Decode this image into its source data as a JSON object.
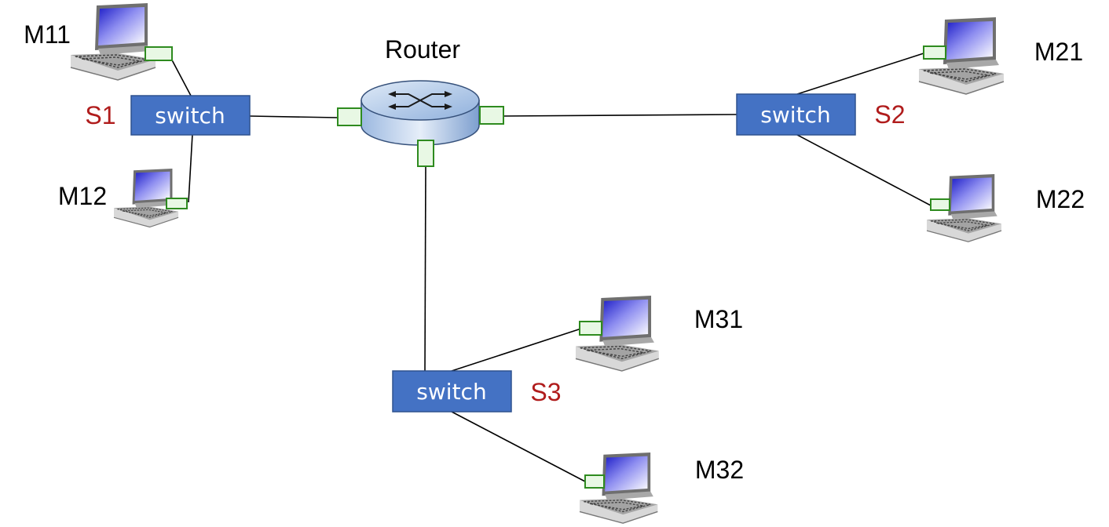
{
  "router": {
    "label": "Router"
  },
  "switches": [
    {
      "label": "switch",
      "id": "S1"
    },
    {
      "label": "switch",
      "id": "S2"
    },
    {
      "label": "switch",
      "id": "S3"
    }
  ],
  "hosts": [
    {
      "label": "M11"
    },
    {
      "label": "M12"
    },
    {
      "label": "M21"
    },
    {
      "label": "M22"
    },
    {
      "label": "M31"
    },
    {
      "label": "M32"
    }
  ],
  "colors": {
    "switch_fill": "#4472c4",
    "switch_text": "#ffffff",
    "switch_id_text": "#b01c1c",
    "interface_fill": "#e8f8e4",
    "interface_stroke": "#2e8b1f",
    "link": "#000000",
    "router_body": "#7fa6d8",
    "screen": "#3a3ad8"
  }
}
